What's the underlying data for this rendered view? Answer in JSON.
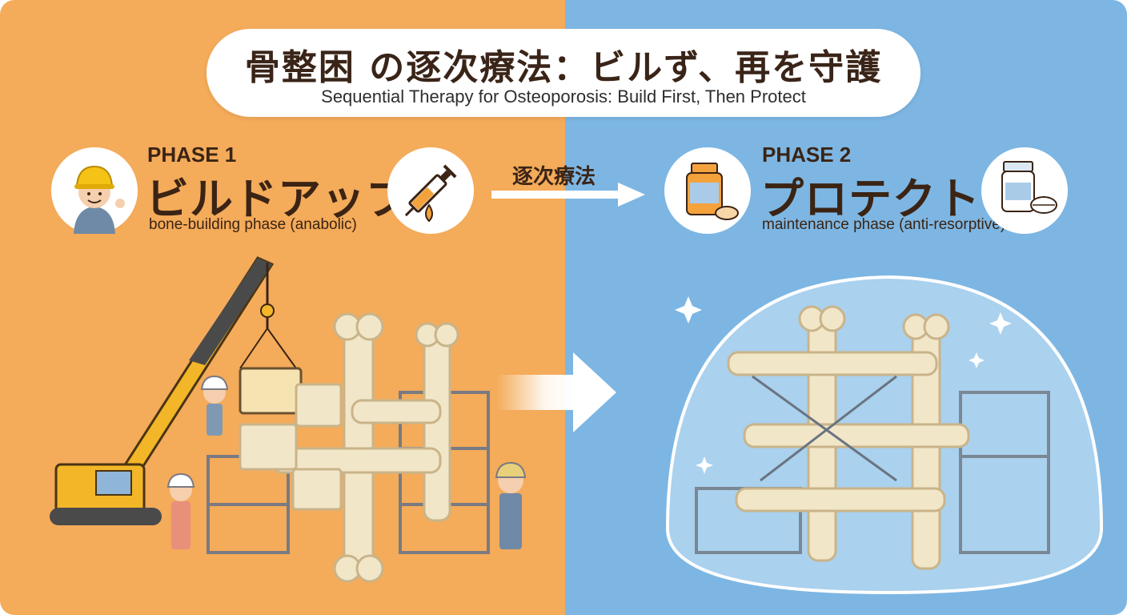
{
  "colors": {
    "left_bg": "#F4AB5A",
    "right_bg": "#7DB6E3",
    "text_dark": "#3B2414",
    "bone": "#F2E6C8",
    "bone_outline": "#C9B48A",
    "crane_yellow": "#F2B628",
    "dome": "#CFE7F8"
  },
  "header": {
    "title_ja": "骨整困 の逐次療法：ビルず、再を守護",
    "title_en": "Sequential Therapy for Osteoporosis: Build First, Then Protect"
  },
  "phase1": {
    "label": "PHASE 1",
    "name": "ビルドアップ",
    "description": "bone-building phase (anabolic)",
    "left_icon": "worker-avatar-icon",
    "right_icon": "syringe-icon"
  },
  "transition": {
    "label": "逐次療法"
  },
  "phase2": {
    "label": "PHASE 2",
    "name": "プロテクト",
    "description": "maintenance phase (anti-resorptive)",
    "left_icon": "medicine-bottle-icon",
    "right_icon": "pill-bottle-icon"
  }
}
